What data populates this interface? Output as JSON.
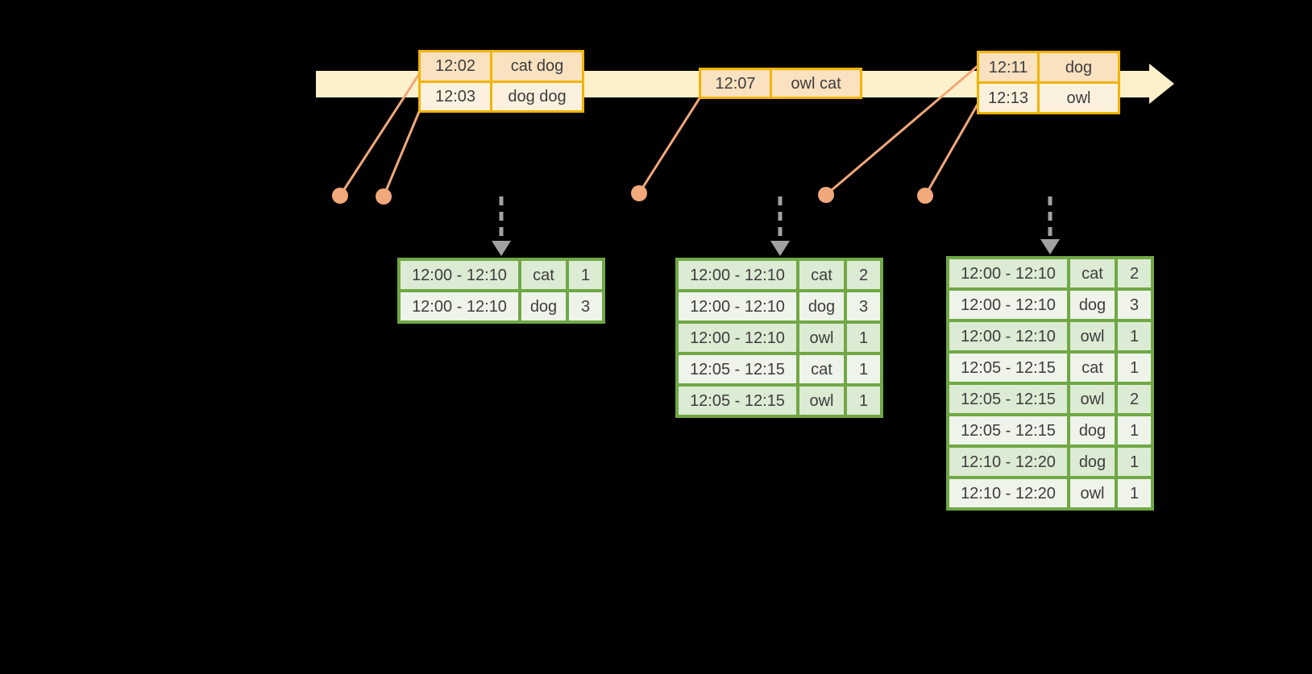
{
  "colors": {
    "background": "#000000",
    "timeline_fill": "#fcf1cb",
    "event_border": "#f1b403",
    "event_row_dark": "#fae1c0",
    "event_row_light": "#fcf1de",
    "connector": "#f1a87a",
    "result_border": "#70a845",
    "result_row_dark": "#dcebd3",
    "result_row_light": "#eef4ea",
    "arrow_gray": "#a2a2a2",
    "text": "#3d3d3d"
  },
  "icons": {
    "timeline_arrowhead": "right-arrow",
    "trigger_arrow": "dashed-down-arrow",
    "event_dot": "filled-circle"
  },
  "event_tables": [
    {
      "rows": [
        [
          "12:02",
          "cat dog"
        ],
        [
          "12:03",
          "dog dog"
        ]
      ]
    },
    {
      "rows": [
        [
          "12:07",
          "owl cat"
        ]
      ]
    },
    {
      "rows": [
        [
          "12:11",
          "dog"
        ],
        [
          "12:13",
          "owl"
        ]
      ]
    }
  ],
  "result_tables": [
    {
      "rows": [
        [
          "12:00 - 12:10",
          "cat",
          "1"
        ],
        [
          "12:00 - 12:10",
          "dog",
          "3"
        ]
      ]
    },
    {
      "rows": [
        [
          "12:00 - 12:10",
          "cat",
          "2"
        ],
        [
          "12:00 - 12:10",
          "dog",
          "3"
        ],
        [
          "12:00 - 12:10",
          "owl",
          "1"
        ],
        [
          "12:05 - 12:15",
          "cat",
          "1"
        ],
        [
          "12:05 - 12:15",
          "owl",
          "1"
        ]
      ]
    },
    {
      "rows": [
        [
          "12:00 - 12:10",
          "cat",
          "2"
        ],
        [
          "12:00 - 12:10",
          "dog",
          "3"
        ],
        [
          "12:00 - 12:10",
          "owl",
          "1"
        ],
        [
          "12:05 - 12:15",
          "cat",
          "1"
        ],
        [
          "12:05 - 12:15",
          "owl",
          "2"
        ],
        [
          "12:05 - 12:15",
          "dog",
          "1"
        ],
        [
          "12:10 - 12:20",
          "dog",
          "1"
        ],
        [
          "12:10 - 12:20",
          "owl",
          "1"
        ]
      ]
    }
  ]
}
